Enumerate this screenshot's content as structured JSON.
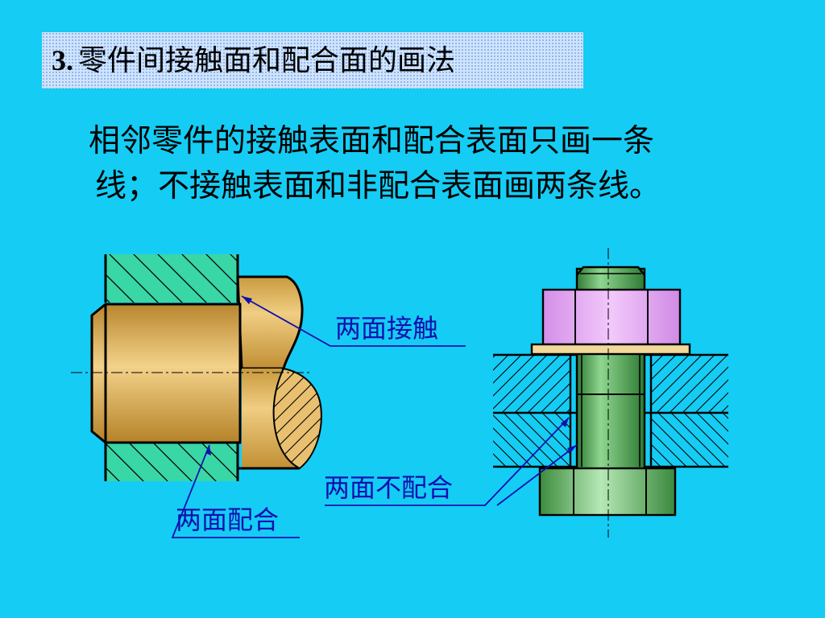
{
  "heading": {
    "number": "3.",
    "text": "零件间接触面和配合面的画法"
  },
  "description": {
    "line1": "相邻零件的接触表面和配合表面只画一条",
    "line2": "线；不接触表面和非配合表面画两条线。"
  },
  "labels": {
    "contact": "两面接触",
    "fit": "两面配合",
    "no_fit": "两面不配合"
  },
  "colors": {
    "background": "#15ccf4",
    "hatch_green": "#39d6a6",
    "shaft_gold": "#e8c070",
    "nut_violet": "#e7a4f5",
    "bolt_green": "#5fba64",
    "label_blue": "#1010b0"
  }
}
